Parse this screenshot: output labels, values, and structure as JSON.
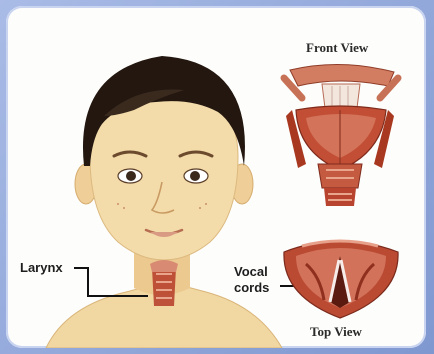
{
  "diagram": {
    "front_view_label": "Front View",
    "top_view_label": "Top View",
    "larynx_label": "Larynx",
    "vocal_label_line1": "Vocal",
    "vocal_label_line2": "cords"
  },
  "colors": {
    "skin": "#f2d9a6",
    "hair": "#231710",
    "tissue": "#b8432e",
    "cartilage": "#d98a72",
    "frame_blue": "#8fa6d6"
  }
}
